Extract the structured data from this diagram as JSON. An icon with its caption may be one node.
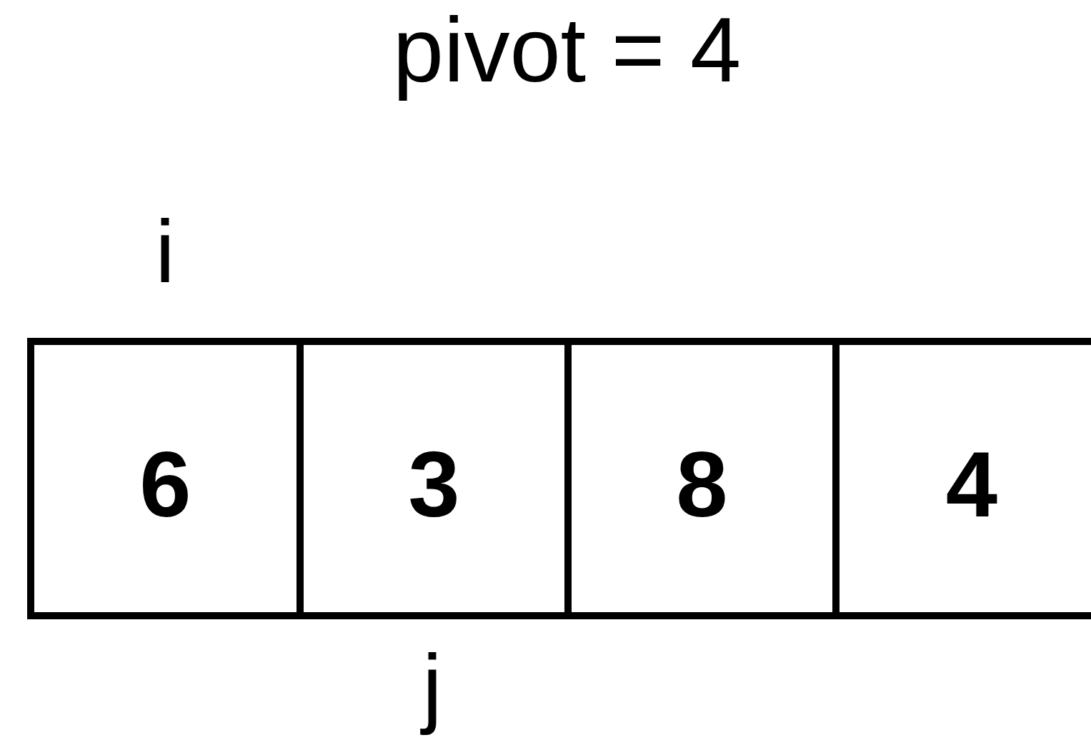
{
  "diagram": {
    "title": "pivot = 4",
    "nodes": [
      {
        "text": [
          "6"
        ]
      },
      {
        "text": [
          "3"
        ]
      },
      {
        "text": [
          "8"
        ]
      },
      {
        "text": [
          "4"
        ]
      }
    ],
    "labels": [
      "i",
      "j"
    ]
  }
}
